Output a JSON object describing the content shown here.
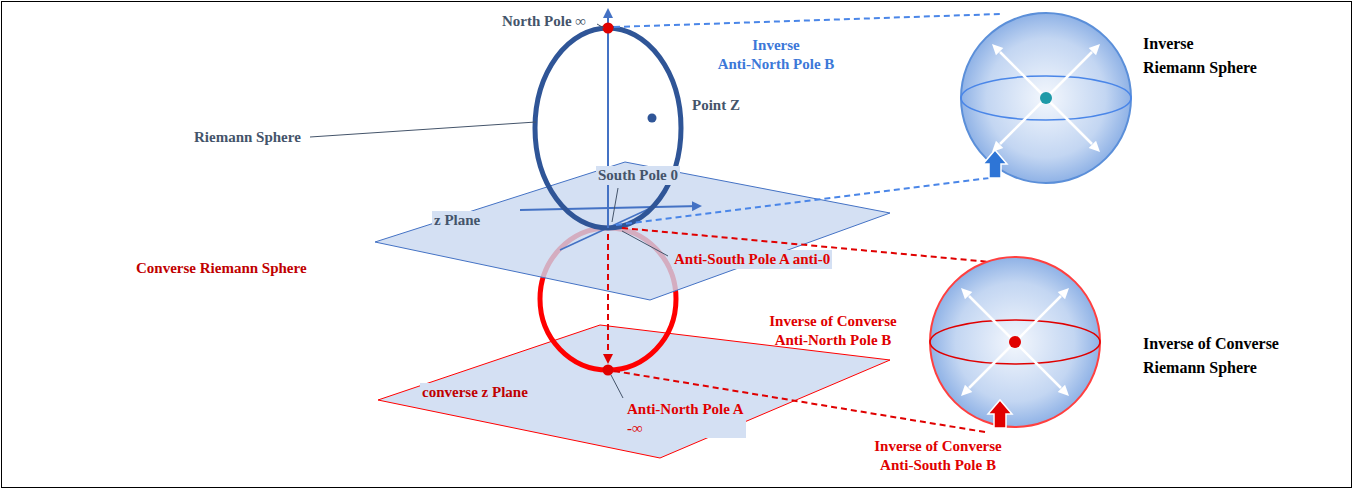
{
  "diagram": {
    "nodes": [
      {
        "text": [
          "Inverse Riemann Sphere"
        ]
      },
      {
        "text": [
          "Inverse of Converse Riemann Sphere"
        ]
      }
    ],
    "labels": [
      "North Pole ∞",
      "Inverse Anti-North Pole B",
      "Riemann Sphere",
      "Point Z",
      "South Pole 0",
      "z Plane",
      "Anti-South Pole A anti-0",
      "Converse Riemann Sphere",
      "Inverse of Converse Anti-North Pole B",
      "converse z Plane",
      "Anti-North Pole A -∞",
      "Inverse of Converse Anti-South Pole B"
    ]
  }
}
